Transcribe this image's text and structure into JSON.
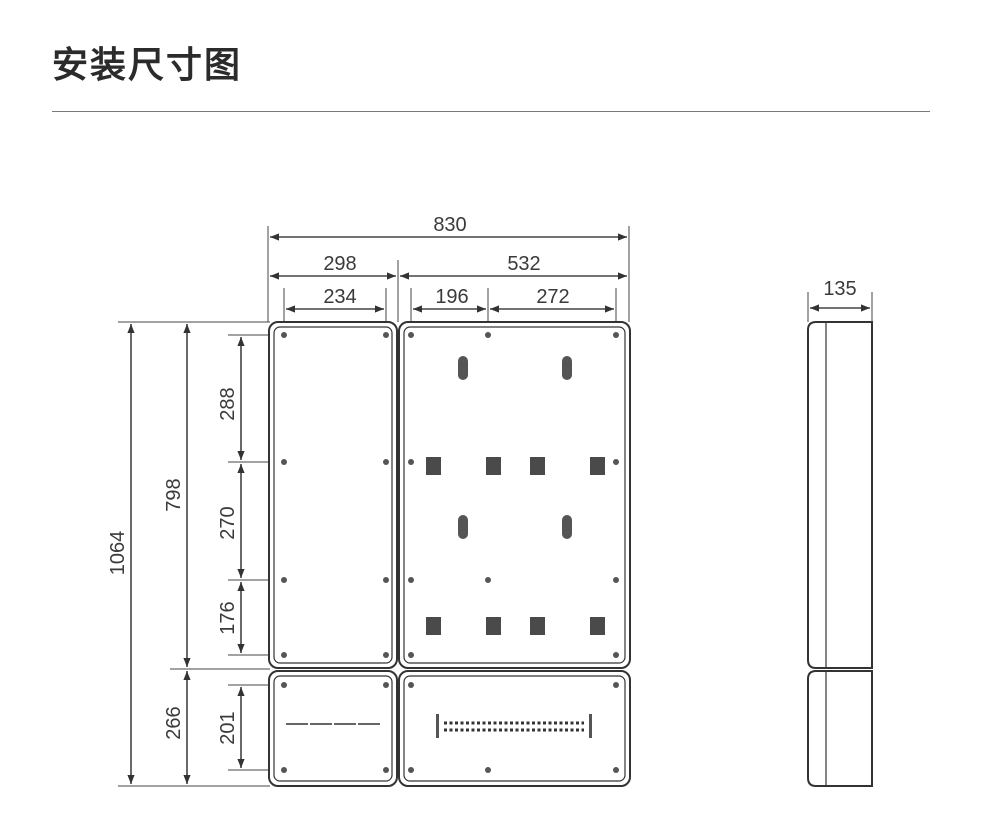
{
  "header": {
    "title": "安装尺寸图"
  },
  "drawing": {
    "dimensions": {
      "total_width": "830",
      "left_width": "298",
      "right_width": "532",
      "left_hole_spacing": "234",
      "right_hole_spacing_a": "196",
      "right_hole_spacing_b": "272",
      "depth": "135",
      "total_height": "1064",
      "upper_height": "798",
      "lower_height": "266",
      "upper_hole_spacing_a": "288",
      "upper_hole_spacing_b": "270",
      "upper_hole_spacing_c": "176",
      "lower_hole_spacing": "201"
    }
  }
}
